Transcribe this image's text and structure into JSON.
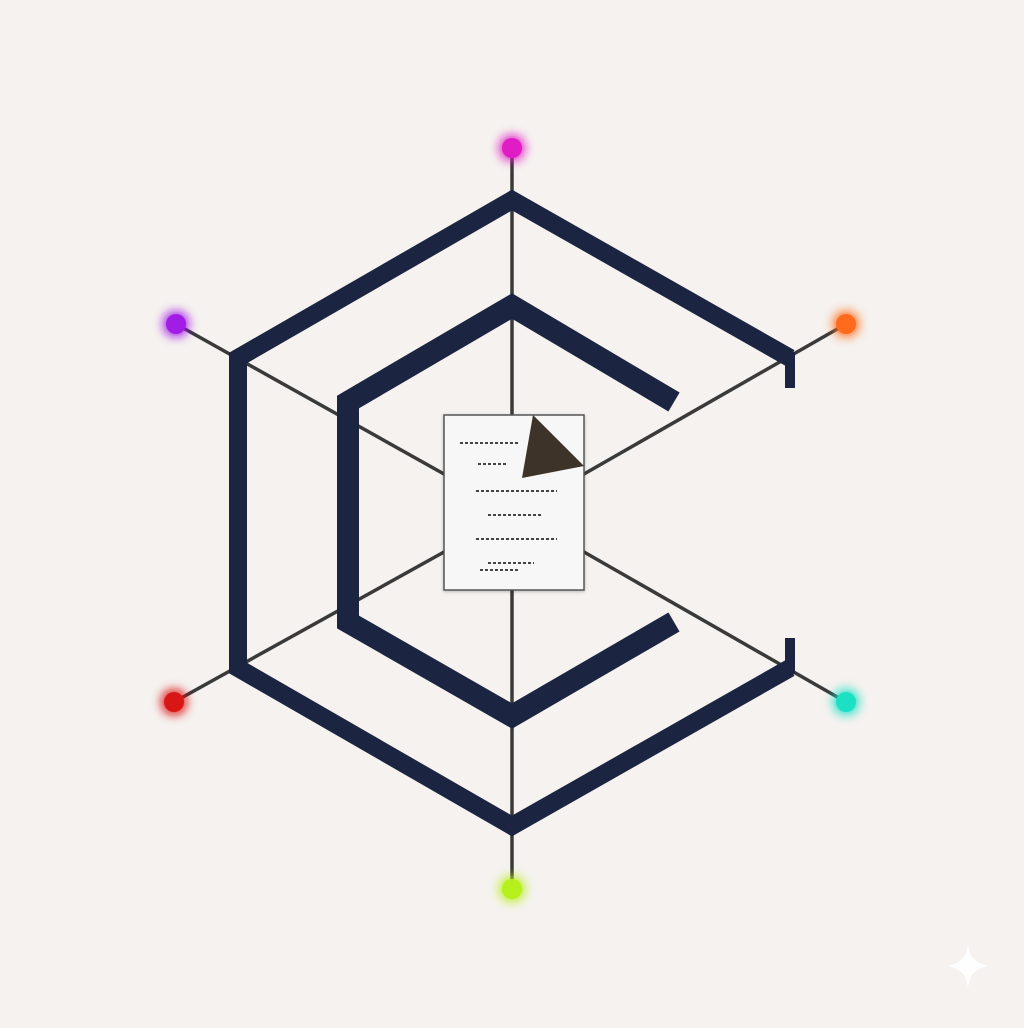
{
  "diagram": {
    "background": "#f5f2ef",
    "frame_color": "#1b2440",
    "spoke_color": "#3a3a3a",
    "document": {
      "icon": "document-icon",
      "paper_color": "#f7f7f7",
      "fold_color": "#3d3328",
      "text_lines": 7
    },
    "nodes": [
      {
        "id": "top",
        "icon": "node-dot",
        "color": "#e01cc4"
      },
      {
        "id": "upper-right",
        "icon": "node-dot",
        "color": "#ff6b1a"
      },
      {
        "id": "lower-right",
        "icon": "node-dot",
        "color": "#1ee0c4"
      },
      {
        "id": "bottom",
        "icon": "node-dot",
        "color": "#b6f01c"
      },
      {
        "id": "lower-left",
        "icon": "node-dot",
        "color": "#d81818"
      },
      {
        "id": "upper-left",
        "icon": "node-dot",
        "color": "#a21ee6"
      }
    ],
    "watermark_icon": "sparkle-icon"
  }
}
